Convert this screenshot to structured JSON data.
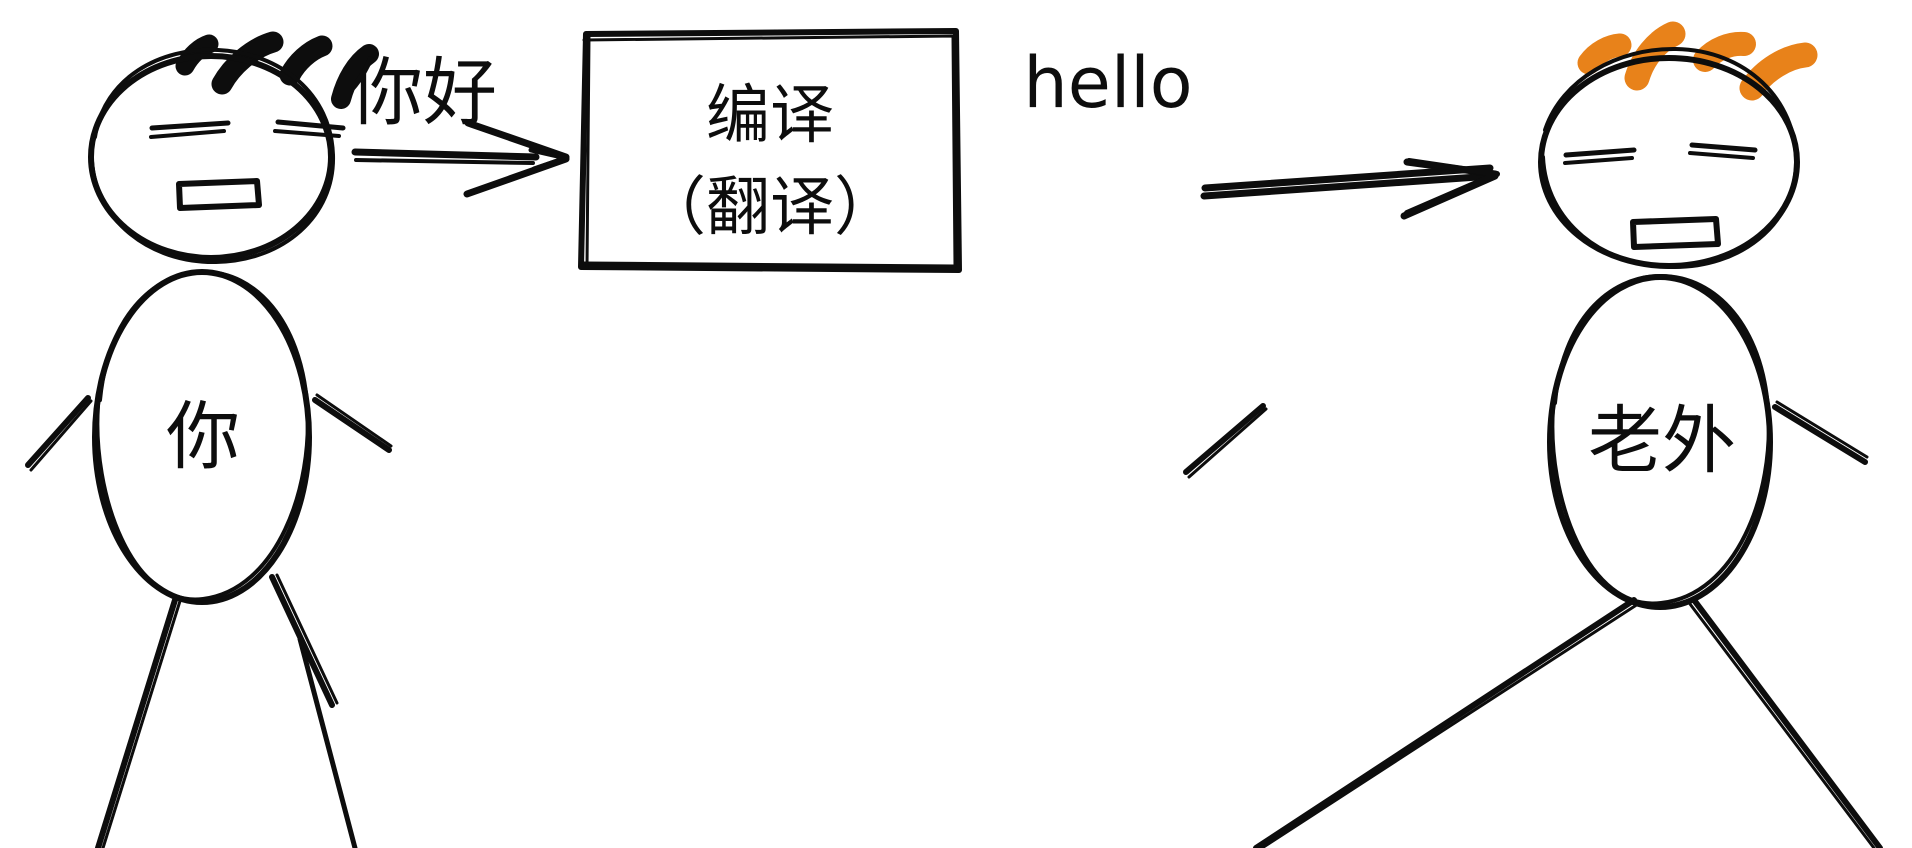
{
  "diagram": {
    "title": "compilation-translation-analogy",
    "background_color": "#ffffff",
    "ink_color": "#0d0d0d",
    "accent_color": "#e8821a"
  },
  "left_person": {
    "body_label": "你",
    "hair_color": "#0d0d0d",
    "hair_tuft_count": 4,
    "expression": "flat-eyes-rectangle-mouth"
  },
  "right_person": {
    "body_label": "老外",
    "hair_color": "#e8821a",
    "hair_tuft_count": 4,
    "expression": "flat-eyes-rectangle-mouth"
  },
  "arrows": {
    "left": {
      "label": "你好",
      "direction": "right"
    },
    "right": {
      "label": "hello",
      "direction": "right"
    }
  },
  "process_box": {
    "line1": "编译",
    "line2": "（翻译）"
  }
}
